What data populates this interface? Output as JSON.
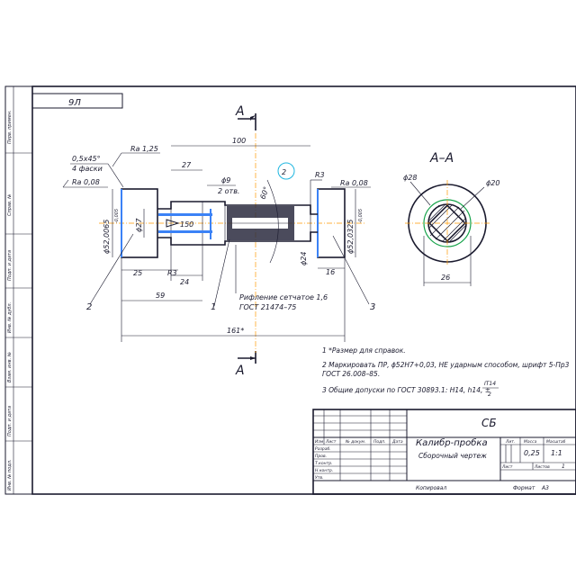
{
  "frame": {
    "doc_code_rotated": "9Л",
    "side_labels": [
      "Перв. примен.",
      "Справ. №",
      "Подп. и дата",
      "Инв. № дубл.",
      "Взам. инв. №",
      "Подп. и дата",
      "Инв. № подл."
    ]
  },
  "section_mark": {
    "letter": "А",
    "view_title": "А–А"
  },
  "dims": {
    "len_100": "100",
    "len_27": "27",
    "d9": "ϕ9",
    "holes_2": "2 отв.",
    "deg_60": "60°",
    "ref_2": "2",
    "r3_top": "R3",
    "chamfer": "0,5x45°",
    "chamfer_n": "4 фаски",
    "ra125": "Ra 1,25",
    "ra008_left": "Ra 0,08",
    "ra008_right": "Ra 0,08",
    "d_left": "ϕ52,0065",
    "d_left_tol": "-0,005",
    "d_right": "ϕ52,0325",
    "d_right_tol": "-0,005",
    "d27": "ϕ27",
    "arrow150": "150",
    "d24": "ϕ24",
    "len_25": "25",
    "r3_bottom": "R3",
    "len_24": "24",
    "len_16": "16",
    "len_59": "59",
    "len_161": "161*",
    "ref_1": "1",
    "ref_2b": "2",
    "ref_3": "3",
    "knurl_1": "Рифление сетчатое 1,6",
    "knurl_2": "ГОСТ 21474–75",
    "sec_d28": "ϕ28",
    "sec_d20": "ϕ20",
    "sec_26": "26"
  },
  "notes": [
    "1  *Размер для справок.",
    "2  Маркировать ПР,  ϕ52H7+0,03, НЕ ударным способом, шрифт 5-Пр3",
    "ГОСТ 26.008–85.",
    "3  Общие допуски по ГОСТ 30893.1: H14, h14, ±"
  ],
  "notes_tol": {
    "num": "IT14",
    "den": "2"
  },
  "title_block": {
    "code": "СБ",
    "name": "Калибр-пробка",
    "subtitle": "Сборочный чертеж",
    "col_headers": [
      "Изм",
      "Лист",
      "№ докум.",
      "Подп.",
      "Дата"
    ],
    "row_labels": [
      "Разраб.",
      "Пров.",
      "Т.контр.",
      "",
      "Н.контр.",
      "Утв."
    ],
    "lit": "Лит.",
    "mass": "Масса",
    "scale": "Масштаб",
    "mass_val": "0,25",
    "scale_val": "1:1",
    "sheet": "Лист",
    "sheets": "Листов",
    "sheets_val": "1",
    "copied": "Копировал",
    "format": "Формат",
    "format_val": "А3"
  }
}
